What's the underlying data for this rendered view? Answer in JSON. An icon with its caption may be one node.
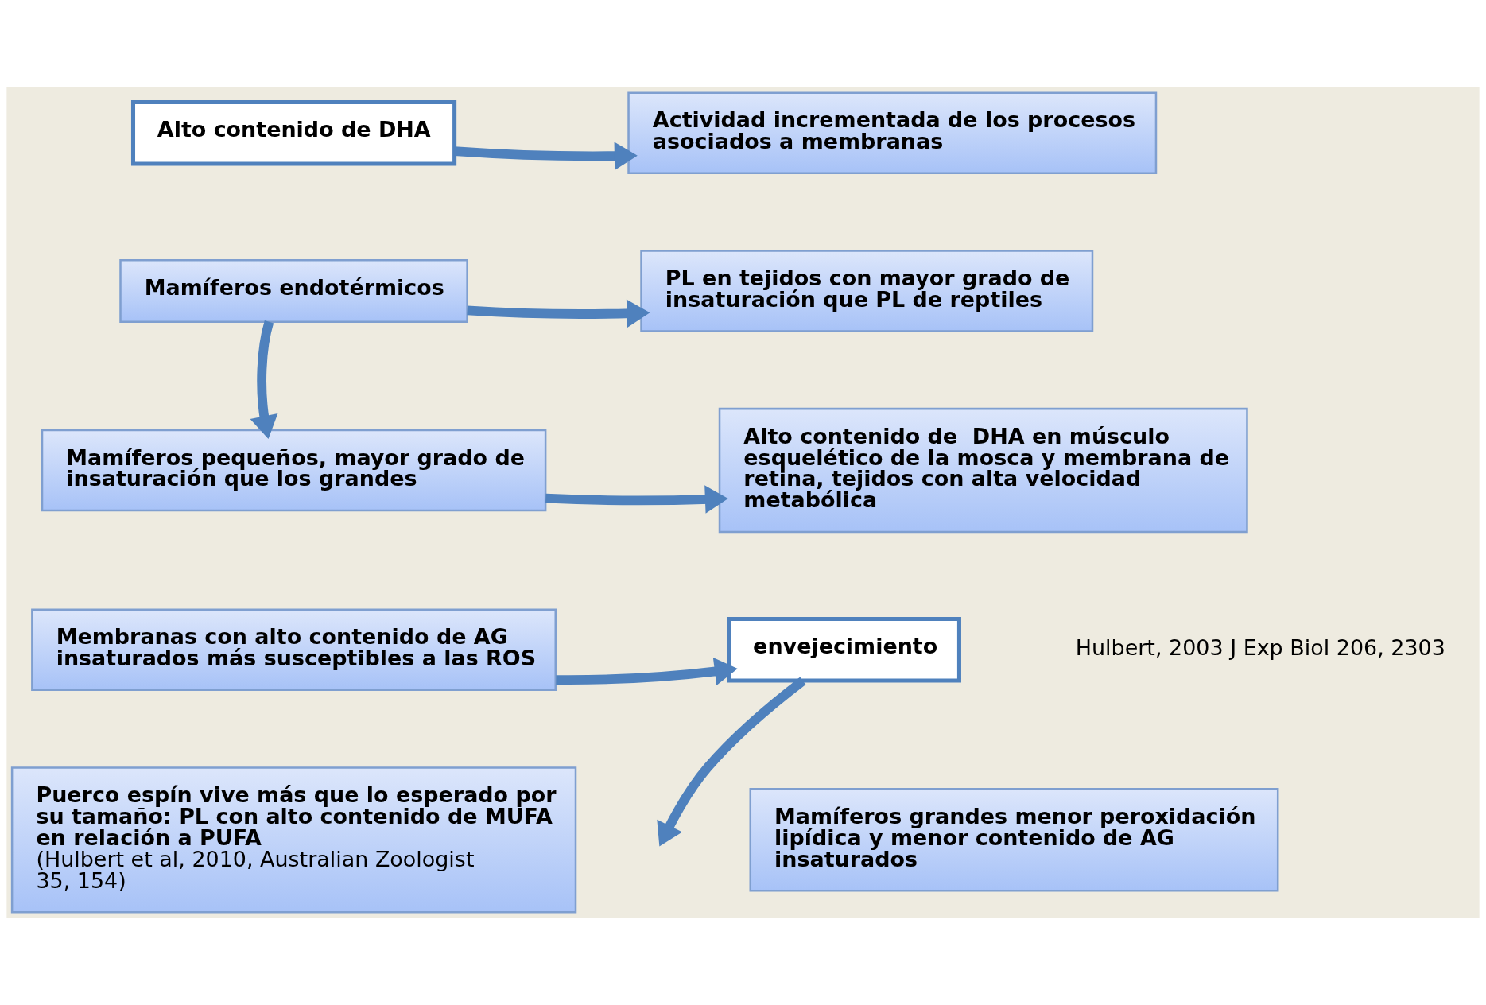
{
  "diagram": {
    "nodes": [
      {
        "text": [
          "Alto contenido de DHA"
        ]
      },
      {
        "text": [
          "Actividad incrementada de los procesos asociados a membranas"
        ]
      },
      {
        "text": [
          "Mamíferos endotérmicos"
        ]
      },
      {
        "text": [
          "PL en tejidos con mayor grado de insaturación que PL de reptiles"
        ]
      },
      {
        "text": [
          "Mamíferos pequeños, mayor grado de insaturación que los grandes"
        ]
      },
      {
        "text": [
          "Alto contenido de  DHA en músculo esquelético de la mosca y membrana de retina, tejidos con alta velocidad metabólica"
        ]
      },
      {
        "text": [
          "Membranas con alto contenido de AG insaturados más susceptibles a las ROS"
        ]
      },
      {
        "text": [
          "envejecimiento"
        ]
      },
      {
        "text": [
          "Mamíferos grandes menor peroxidación lipídica y menor contenido de AG insaturados"
        ]
      },
      {
        "text": [
          "Puerco espín vive más que lo esperado por su tamaño: PL con alto contenido de MUFA en relación a PUFA",
          "(Hulbert et al, 2010, Australian Zoologist 35, 154)"
        ]
      }
    ],
    "edges": [
      {
        "from": 0,
        "to": 1,
        "arrow": "to"
      },
      {
        "from": 2,
        "to": 3,
        "arrow": "to"
      },
      {
        "from": 2,
        "to": 4,
        "arrow": "to"
      },
      {
        "from": 4,
        "to": 5,
        "arrow": "to"
      },
      {
        "from": 6,
        "to": 7,
        "arrow": "to"
      },
      {
        "from": 7,
        "to": null,
        "arrow": "to"
      }
    ],
    "labels": [
      "Hulbert, 2003 J Exp Biol 206, 2303"
    ]
  }
}
